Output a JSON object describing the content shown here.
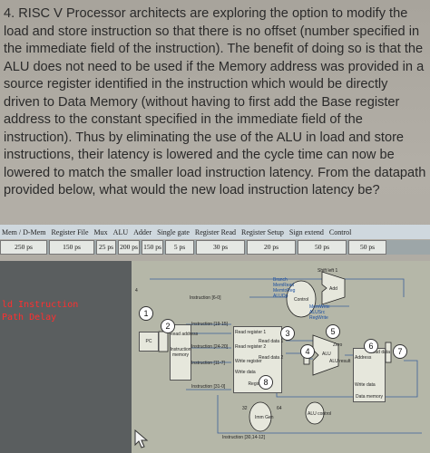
{
  "question": {
    "number": "4.",
    "text": "RISC V Processor architects are exploring the option to modify the load and store instruction so that there is no offset (number specified in the immediate field of the instruction). The benefit of doing so is that the ALU does not need to be used if the Memory address was provided in a source register identified in the instruction which would be directly driven to Data Memory (without having to first add the Base register address to the constant specified in the immediate field of the instruction). Thus by eliminating the use of the ALU in load and store instructions, their latency is lowered and the cycle time can now be lowered to match the smaller load instruction latency. From the datapath provided below, what would the new load instruction latency be?"
  },
  "latency_table": {
    "headers": [
      "Mem / D-Mem",
      "Register File",
      "Mux",
      "ALU",
      "Adder",
      "Single gate",
      "Register Read",
      "Register Setup",
      "Sign extend",
      "Control"
    ],
    "values": [
      "250 ps",
      "150 ps",
      "25 ps",
      "200 ps",
      "150 ps",
      "5 ps",
      "30 ps",
      "20 ps",
      "50 ps",
      "50 ps"
    ]
  },
  "side_panel": {
    "line1": "ld Instruction",
    "line2": "Path Delay"
  },
  "diagram": {
    "labels": {
      "instr_6_0": "Instruction [6-0]",
      "instr_19_15": "Instruction [19-15]",
      "instr_24_20": "Instruction [24-20]",
      "instr_11_7": "Instruction [11-7]",
      "instr_31_0": "Instruction [31-0]",
      "instr_30": "Instruction [30,14-12]",
      "read_address": "Read address",
      "instruction_memory": "Instruction memory",
      "read_reg1": "Read register 1",
      "read_reg2": "Read register 2",
      "write_reg": "Write register",
      "write_data": "Write data",
      "read_data1": "Read data 1",
      "read_data2": "Read data 2",
      "registers": "Registers",
      "imm_gen": "Imm Gen",
      "alu": "ALU",
      "alu_result": "ALU result",
      "zero": "Zero",
      "alu_control": "ALU control",
      "address": "Address",
      "read_data": "Read data",
      "write_data_mem": "Write data",
      "data_memory": "Data memory",
      "control": "Control",
      "branch": "Branch",
      "memread": "MemRead",
      "memtoreg": "MemtoReg",
      "aluop": "ALUOp",
      "memwrite": "MemWrite",
      "alusrc": "ALUSrc",
      "regwrite": "RegWrite",
      "add": "Add",
      "shift": "Shift left 1",
      "pc": "PC",
      "n4": "4",
      "n32": "32",
      "n64": "64"
    },
    "markers": [
      "1",
      "2",
      "3",
      "4",
      "5",
      "6",
      "7",
      "8"
    ]
  }
}
